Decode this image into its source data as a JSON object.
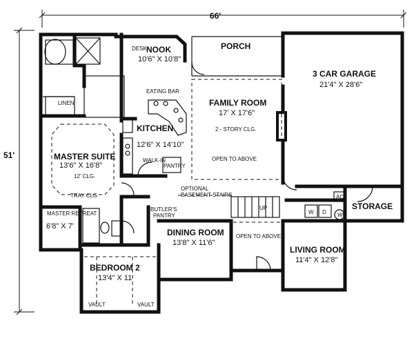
{
  "dimensions": {
    "width_label": "66'",
    "depth_label": "51'"
  },
  "rooms": {
    "nook": {
      "name": "NOOK",
      "size": "10'6\" X 10'8\""
    },
    "porch": {
      "name": "PORCH"
    },
    "garage": {
      "name": "3 CAR GARAGE",
      "size": "21'4\" X 28'6\""
    },
    "family": {
      "name": "FAMILY ROOM",
      "size": "17' X 17'6\"",
      "note": "2 - STORY CLG.",
      "note2": "OPEN TO ABOVE"
    },
    "kitchen": {
      "name": "KITCHEN",
      "size": "12'6\" X 14'10\""
    },
    "master": {
      "name": "MASTER SUITE",
      "size": "13'6\" X 16'8\"",
      "note": "12' CLG.",
      "note2": "TRAY CLG"
    },
    "retreat": {
      "name": "MASTER RETREAT",
      "size": "6'8\" X 7'"
    },
    "dining": {
      "name": "DINING ROOM",
      "size": "13'8\" X 11'6\""
    },
    "bedroom2": {
      "name": "BEDROOM 2",
      "size": "13'4\" X 11'"
    },
    "living": {
      "name": "LIVING ROOM",
      "size": "11'4\" X 12'8\""
    },
    "storage": {
      "name": "STORAGE"
    }
  },
  "labels": {
    "desk": "DESK",
    "eating_bar": "EATING BAR",
    "linen": "LINEN",
    "walkin": "WALK-IN",
    "pantry": "PANTRY",
    "butlers": "BUTLER'S",
    "butlers_pantry": "PANTRY",
    "basement": "OPTIONAL",
    "basement2": "BASEMENT STAIRS",
    "up": "UP",
    "open_above": "OPEN TO ABOVE",
    "vault_left": "VAULT",
    "vault_right": "VAULT",
    "ac": "AC",
    "w": "W",
    "d": "D",
    "wh": "WH"
  }
}
